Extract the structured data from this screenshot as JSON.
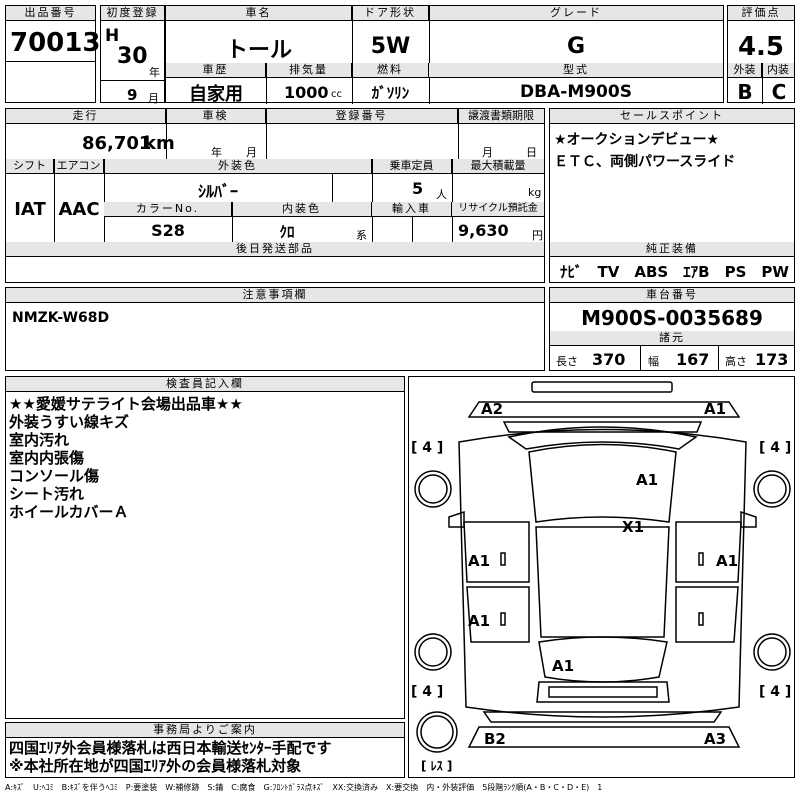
{
  "header_labels": {
    "lot_no": "出品番号",
    "first_reg": "初度登録",
    "car_name": "車名",
    "door": "ドア形状",
    "grade": "グレード",
    "score": "評価点",
    "history": "車歴",
    "displacement": "排気量",
    "fuel": "燃料",
    "model": "型式",
    "exterior": "外装",
    "interior": "内装"
  },
  "lot_no": "70013",
  "first_reg": {
    "era": "H",
    "year": "30",
    "year_unit": "年",
    "month": "9",
    "month_unit": "月"
  },
  "car_name": "トール",
  "door": "5W",
  "grade": "G",
  "score": "4.5",
  "history": "自家用",
  "displacement": "1000",
  "displacement_unit": "cc",
  "fuel": "ｶﾞｿﾘﾝ",
  "model": "DBA-M900S",
  "ext_grade": "B",
  "int_grade": "C",
  "row2_labels": {
    "mileage": "走行",
    "inspection": "車検",
    "reg_no": "登録番号",
    "transfer_deadline": "譲渡書類期限",
    "sales_point": "セールスポイント",
    "shift": "シフト",
    "aircon": "エアコン",
    "ext_color": "外装色",
    "capacity": "乗車定員",
    "max_load": "最大積載量",
    "color_no": "カラーNo.",
    "int_color": "内装色",
    "import": "輸入車",
    "recycle": "リサイクル預託金",
    "later_parts": "後日発送部品",
    "genuine": "純正装備"
  },
  "mileage": "86,701",
  "mileage_unit": "km",
  "inspection_year_unit": "年",
  "inspection_month_unit": "月",
  "transfer_month_unit": "月",
  "transfer_day_unit": "日",
  "shift": "IAT",
  "aircon": "AAC",
  "ext_color": "ｼﾙﾊﾞｰ",
  "capacity": "5",
  "capacity_unit": "人",
  "max_load_unit": "kg",
  "color_no": "S28",
  "int_color": "ｸﾛ",
  "int_color_unit": "系",
  "recycle": "9,630",
  "recycle_unit": "円",
  "sales_points": [
    "★オークションデビュー★",
    "ＥＴＣ、両側パワースライド"
  ],
  "genuine_equipment": "ﾅﾋﾞ　TV　ABS　ｴｱB　PS　PW",
  "notes_label": "注意事項欄",
  "notes_text": "NMZK-W68D",
  "chassis_label": "車台番号",
  "chassis_no": "M900S-0035689",
  "dims_label": "諸元",
  "dims": {
    "length_label": "長さ",
    "length": "370",
    "width_label": "幅",
    "width": "167",
    "height_label": "高さ",
    "height": "173"
  },
  "inspector_label": "検査員記入欄",
  "inspector_notes": [
    "★★愛媛サテライト会場出品車★★",
    "外装うすい線キズ",
    "室内汚れ",
    "室内内張傷",
    "コンソール傷",
    "シート汚れ",
    "ホイールカバーＡ"
  ],
  "office_label": "事務局よりご案内",
  "office_notes": [
    "四国ｴﾘｱ外会員様落札は西日本輸送ｾﾝﾀｰ手配です",
    "※本社所在地が四国ｴﾘｱ外の会員様落札対象"
  ],
  "damage_marks": {
    "front_left": "A2",
    "front_right": "A1",
    "hood": "A1",
    "roof": "X1",
    "left_front_door": "A1",
    "right_front_door": "A1",
    "left_rear_door": "A1",
    "rear_hatch": "A1",
    "rear_left": "B2",
    "rear_right": "A3"
  },
  "tire_marks": {
    "fl": "[ 4 ]",
    "fr": "[ 4 ]",
    "rl": "[ 4 ]",
    "rr": "[ 4 ]",
    "spare": "[ ﾚｽ ]"
  },
  "legend": "A:ｷｽﾞ　U:ﾍｺﾐ　B:ｷｽﾞを伴うﾍｺﾐ　P:要塗装　W:補修跡　S:錆　C:腐食　G:ﾌﾛﾝﾄｶﾞﾗｽ点ｷｽﾞ　XX:交換済み　X:要交換　内・外装評価　5段階ﾗﾝｸ順(A・B・C・D・E)　1"
}
